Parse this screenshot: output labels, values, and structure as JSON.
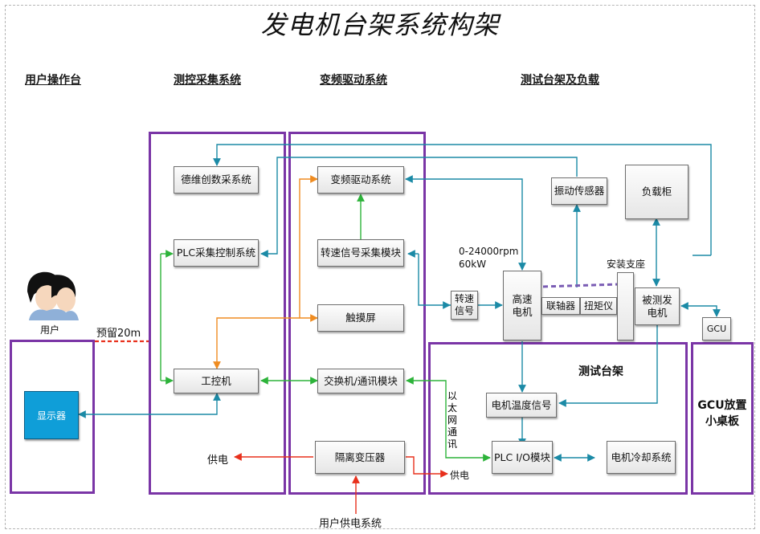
{
  "title": "发电机台架系统构架",
  "sections": {
    "user_console": "用户操作台",
    "measure_control": "测控采集系统",
    "vfd_drive": "变频驱动系统",
    "test_bench_load": "测试台架及负载"
  },
  "user": {
    "label": "用户",
    "reserve": "预留20m",
    "display": "显示器"
  },
  "measure": {
    "dewesoft": "德维创数采系统",
    "plc": "PLC采集控制系统",
    "ipc": "工控机",
    "power_out": "供电"
  },
  "drive": {
    "vfd": "变频驱动系统",
    "speed_module": "转速信号采集模块",
    "touch": "触摸屏",
    "switch": "交换机/通讯模块",
    "transformer": "隔离变压器",
    "user_power": "用户供电系统"
  },
  "bench": {
    "vibration": "振动传感器",
    "load_cabinet": "负载柜",
    "speed_range": "0-24000rpm",
    "power_rating": "60kW",
    "speed_signal": "转速信号",
    "hs_motor": "高速电机",
    "coupling": "联轴器",
    "torque": "扭矩仪",
    "mount": "安装支座",
    "dut": "被测发电机",
    "gcu": "GCU",
    "bench_label": "测试台架",
    "motor_temp": "电机温度信号",
    "plc_io": "PLC I/O模块",
    "cooling": "电机冷却系统",
    "ethernet": "以太网通讯",
    "power_in": "供电"
  },
  "gcu_desk": "GCU放置小桌板",
  "colors": {
    "frame": "#7a35a6",
    "teal": "#1b8aa6",
    "green": "#2db33a",
    "orange": "#ef8c21",
    "red": "#e8301c",
    "display": "#0f9ed8"
  }
}
